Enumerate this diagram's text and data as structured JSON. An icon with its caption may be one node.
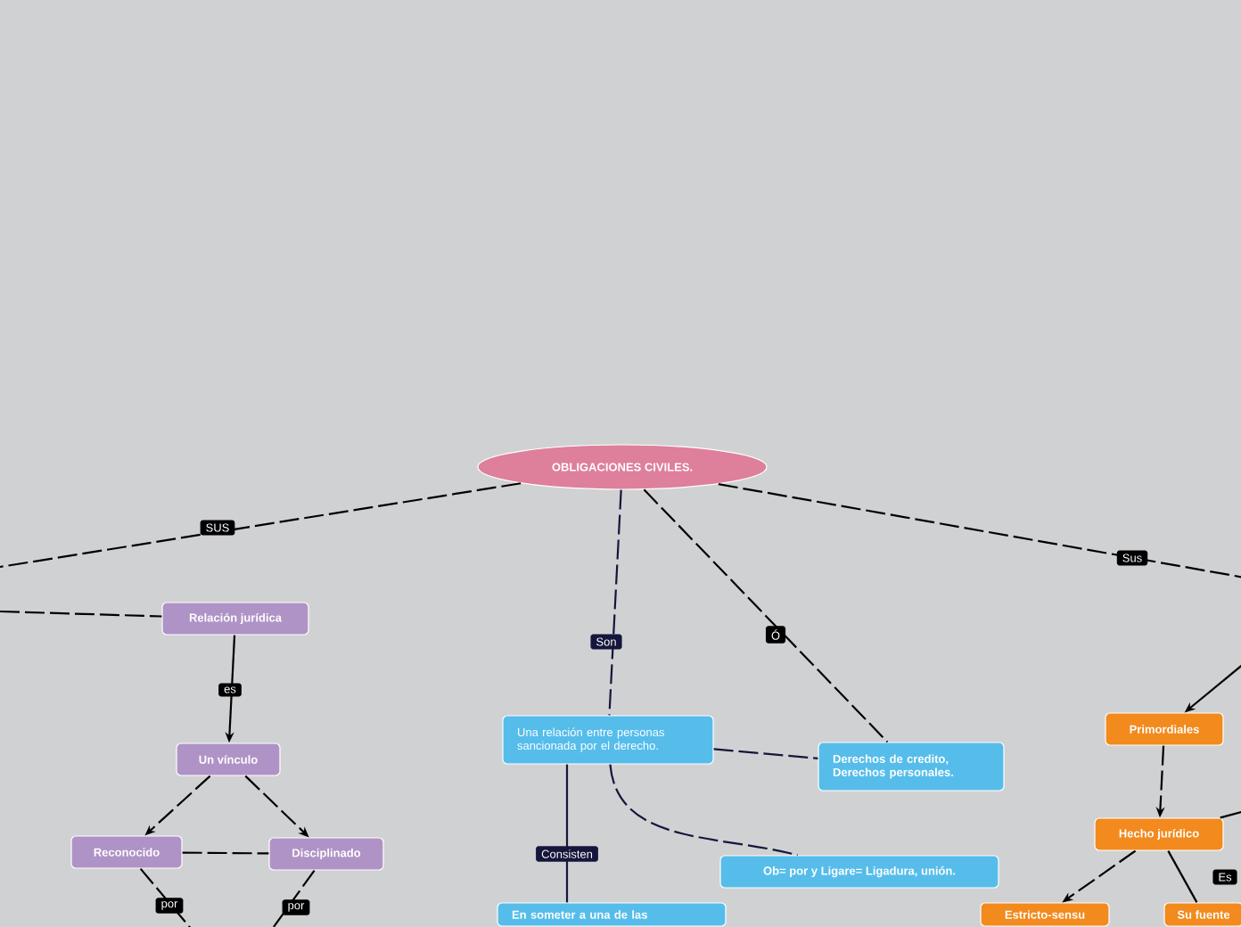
{
  "diagram": {
    "nodes": [
      {
        "text": [
          "OBLIGACIONES CIVILES."
        ]
      },
      {
        "text": [
          "Relación jurídica"
        ]
      },
      {
        "text": [
          "Un vínculo"
        ]
      },
      {
        "text": [
          "Reconocido"
        ]
      },
      {
        "text": [
          "Disciplinado"
        ]
      },
      {
        "text": [
          "Una relación entre personas sancionada por el derecho."
        ]
      },
      {
        "text": [
          "Derechos de credito, Derechos personales."
        ]
      },
      {
        "text": [
          "Ob= por y Ligare= Ligadura, unión."
        ]
      },
      {
        "text": [
          "En someter a una de las"
        ]
      },
      {
        "text": [
          "Primordiales"
        ]
      },
      {
        "text": [
          "Hecho jurídico"
        ]
      },
      {
        "text": [
          "Estricto-sensu"
        ]
      },
      {
        "text": [
          "Su fuente"
        ]
      }
    ],
    "edges": [
      {
        "from": 0,
        "to": null,
        "arrow": "none",
        "label": "SUS",
        "style": "dashed"
      },
      {
        "from": null,
        "to": 1,
        "arrow": "none",
        "style": "dashed"
      },
      {
        "from": 1,
        "to": 2,
        "arrow": "to",
        "label": "es"
      },
      {
        "from": 2,
        "to": 3,
        "arrow": "to",
        "style": "dashed"
      },
      {
        "from": 2,
        "to": 4,
        "arrow": "to",
        "style": "dashed"
      },
      {
        "from": 3,
        "to": 4,
        "arrow": "none",
        "style": "dashed"
      },
      {
        "from": 3,
        "to": null,
        "arrow": "none",
        "label": "por",
        "style": "dashed"
      },
      {
        "from": 4,
        "to": null,
        "arrow": "none",
        "label": "por",
        "style": "dashed"
      },
      {
        "from": 0,
        "to": 5,
        "arrow": "none",
        "label": "Son",
        "style": "dashed",
        "color": "#16163c"
      },
      {
        "from": 0,
        "to": 6,
        "arrow": "none",
        "label": "Ó",
        "style": "dashed"
      },
      {
        "from": 5,
        "to": 6,
        "arrow": "none",
        "style": "dashed",
        "color": "#16163c"
      },
      {
        "from": 5,
        "to": 7,
        "arrow": "none",
        "style": "dashed",
        "color": "#16163c"
      },
      {
        "from": 5,
        "to": 8,
        "arrow": "none",
        "label": "Consisten",
        "color": "#16163c"
      },
      {
        "from": 0,
        "to": null,
        "arrow": "none",
        "label": "Sus",
        "style": "dashed"
      },
      {
        "from": null,
        "to": 9,
        "arrow": "to"
      },
      {
        "from": 9,
        "to": 10,
        "arrow": "to",
        "style": "dashed"
      },
      {
        "from": null,
        "to": 10,
        "arrow": "none"
      },
      {
        "from": 10,
        "to": 11,
        "arrow": "to",
        "style": "dashed"
      },
      {
        "from": 10,
        "to": 12,
        "arrow": "none",
        "label": "Es"
      }
    ]
  }
}
